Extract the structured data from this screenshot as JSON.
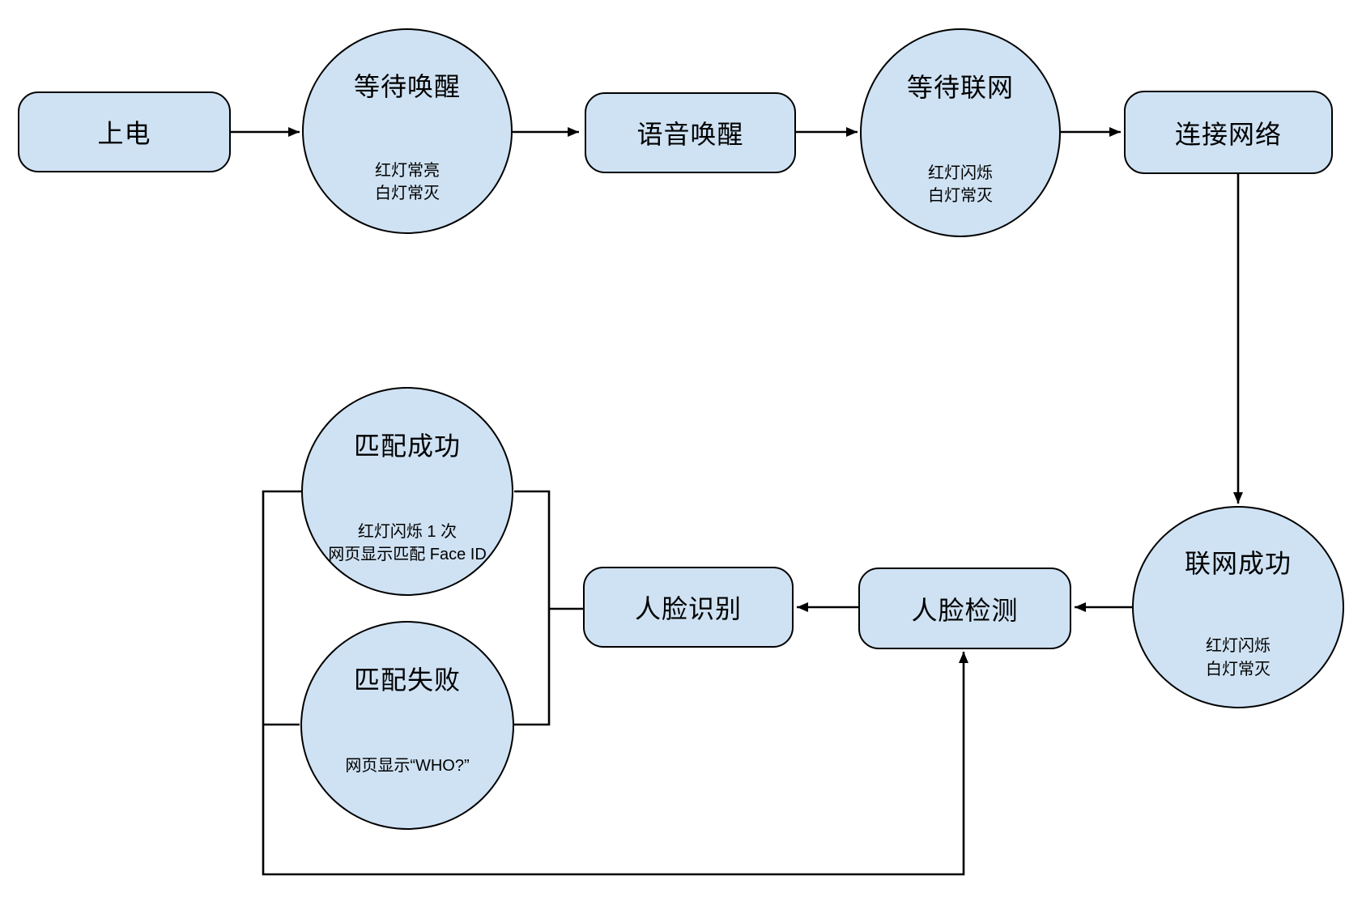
{
  "diagram": {
    "title": "device boot and face recognition flow",
    "colors": {
      "node_fill": "#cfe2f3",
      "node_border": "#000000",
      "background": "#ffffff",
      "text": "#000000"
    },
    "nodes": {
      "power_on": {
        "label": "上电"
      },
      "wait_wake": {
        "label": "等待唤醒",
        "sub": [
          "红灯常亮",
          "白灯常灭"
        ]
      },
      "voice_wake": {
        "label": "语音唤醒"
      },
      "wait_network": {
        "label": "等待联网",
        "sub": [
          "红灯闪烁",
          "白灯常灭"
        ]
      },
      "connect_network": {
        "label": "连接网络"
      },
      "network_success": {
        "label": "联网成功",
        "sub": [
          "红灯闪烁",
          "白灯常灭"
        ]
      },
      "face_detect": {
        "label": "人脸检测"
      },
      "face_recognize": {
        "label": "人脸识别"
      },
      "match_success": {
        "label": "匹配成功",
        "sub": [
          "红灯闪烁 1 次",
          "网页显示匹配 Face ID"
        ]
      },
      "match_fail": {
        "label": "匹配失败",
        "sub": [
          "网页显示“WHO?”"
        ]
      }
    }
  }
}
